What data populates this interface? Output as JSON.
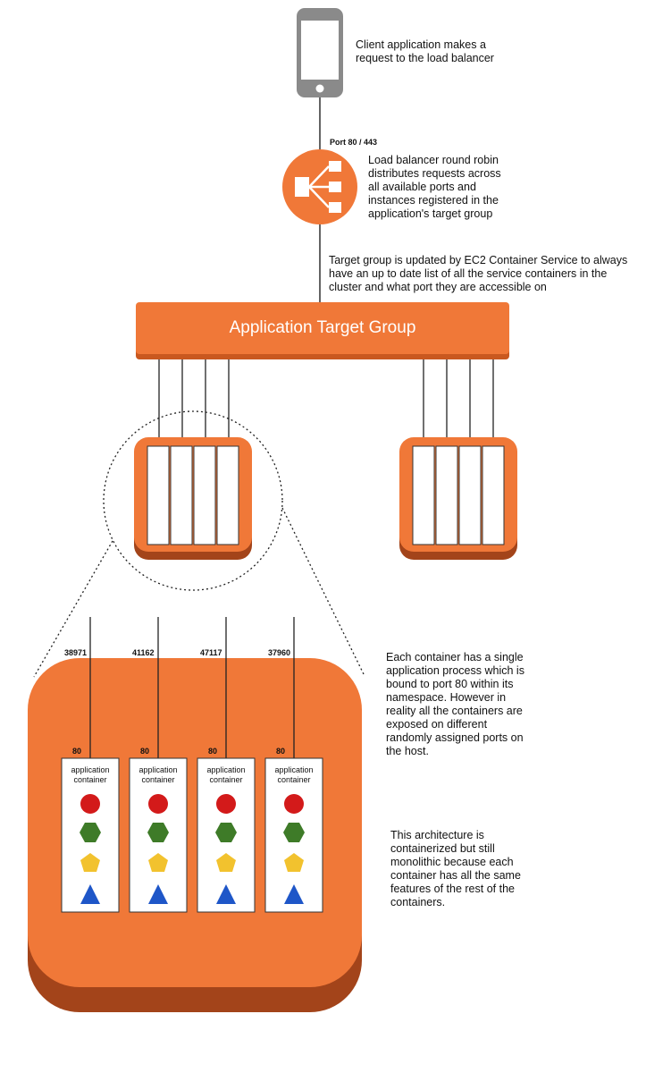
{
  "colors": {
    "orange": "#f07838",
    "orange_dark": "#a3441a",
    "orange_mid": "#e06a2c",
    "phone_gray": "#8a8a8a",
    "line": "#222222",
    "red": "#d31a1a",
    "green": "#3e7b28",
    "yellow": "#f2c22e",
    "blue": "#1e56c8"
  },
  "icons": {
    "client": "smartphone-icon",
    "load_balancer": "load-balancer-icon",
    "feature_shapes": [
      "red-circle-icon",
      "green-hexagon-icon",
      "yellow-pentagon-icon",
      "blue-triangle-icon"
    ]
  },
  "client": {
    "description": "Client application makes a request to the load balancer"
  },
  "load_balancer": {
    "port_label": "Port 80 / 443",
    "description": "Load balancer round robin distributes requests across all available ports and instances registered in the application's target group"
  },
  "target_group": {
    "label": "Application Target Group",
    "description": "Target group is updated by EC2 Container Service to always have an up to date list of all the service containers in the cluster and what port they are accessible on"
  },
  "containers": [
    {
      "host_port": "38971",
      "container_port": "80",
      "label": "application container"
    },
    {
      "host_port": "41162",
      "container_port": "80",
      "label": "application container"
    },
    {
      "host_port": "47117",
      "container_port": "80",
      "label": "application container"
    },
    {
      "host_port": "37960",
      "container_port": "80",
      "label": "application container"
    }
  ],
  "notes": {
    "ports": "Each container has a single application process which is bound to port 80 within its namespace. However in reality all the containers are exposed on different randomly assigned ports on the host.",
    "monolith": "This architecture is containerized but still monolithic because each container has all the same features of the rest of the containers."
  }
}
